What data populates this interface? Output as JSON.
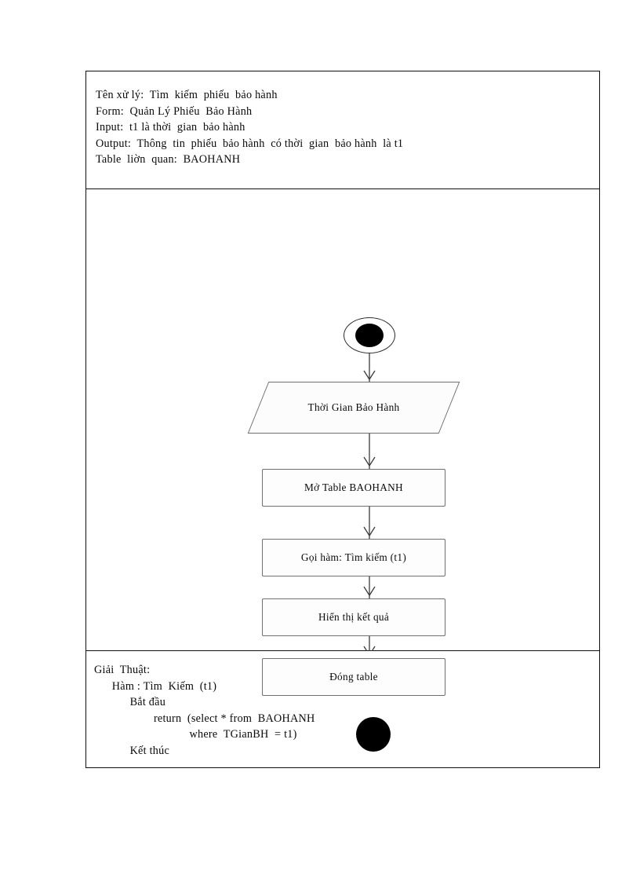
{
  "document": {
    "spec": {
      "lines": [
        "Tên xử lý:  Tìm  kiếm  phiếu  bảo hành",
        "Form:  Quản Lý Phiếu  Bảo Hành",
        "Input:  t1 là thời  gian  bảo hành",
        "Output:  Thông  tin  phiếu  bảo hành  có thời  gian  bảo hành  là t1",
        "Table  liờn  quan:  BAOHANH"
      ]
    },
    "flowchart": {
      "start_node": "start-node",
      "end_node": "end-node",
      "nodes": [
        {
          "id": "input-thoi-gian-bao-hanh",
          "shape": "parallelogram",
          "label": "Thời Gian Bảo Hành"
        },
        {
          "id": "mo-table-baohanh",
          "shape": "rectangle",
          "label": "Mở Table BAOHANH"
        },
        {
          "id": "goi-ham-tim-kiem",
          "shape": "rectangle",
          "label": "Gọi hàm:  Tìm kiếm (t1)"
        },
        {
          "id": "hien-thi-ket-qua",
          "shape": "rectangle",
          "label": "Hiển thị kết quả"
        },
        {
          "id": "dong-table",
          "shape": "rectangle",
          "label": "Đóng table"
        }
      ]
    },
    "algorithm": {
      "lines": [
        "Giải  Thuật:",
        "      Hàm : Tìm  Kiếm  (t1)",
        "            Bắt đầu",
        "                    return  (select * from  BAOHANH",
        "                                where  TGianBH  = t1)",
        "            Kết thúc"
      ]
    }
  },
  "colors": {
    "border": "#111111",
    "node_stroke": "#6f6f6f",
    "node_fill": "#fdfdfd",
    "ink": "#0a0a0a",
    "solid": "#000000"
  }
}
